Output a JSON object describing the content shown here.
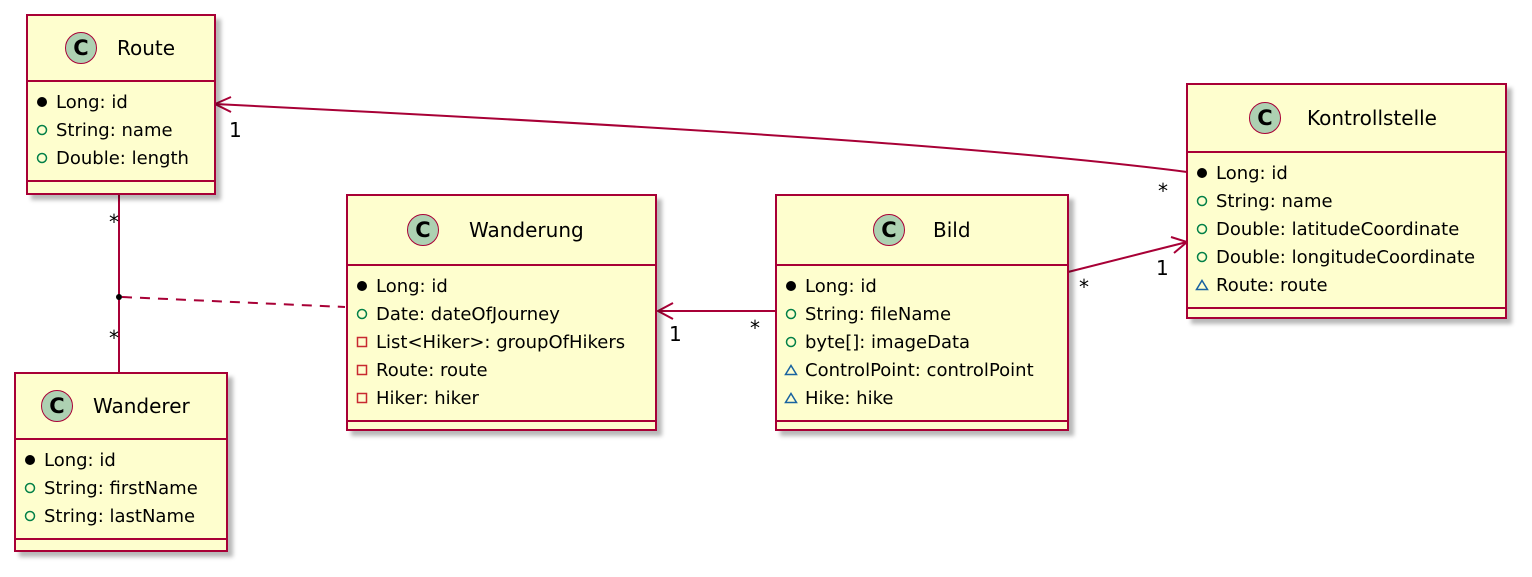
{
  "classes": {
    "route": {
      "stereotype": "C",
      "name": "Route",
      "attributes": [
        {
          "visibility": "public-method",
          "text": "Long: id"
        },
        {
          "visibility": "public",
          "text": "String: name"
        },
        {
          "visibility": "public",
          "text": "Double: length"
        }
      ]
    },
    "wanderer": {
      "stereotype": "C",
      "name": "Wanderer",
      "attributes": [
        {
          "visibility": "public-method",
          "text": "Long: id"
        },
        {
          "visibility": "public",
          "text": "String: firstName"
        },
        {
          "visibility": "public",
          "text": "String: lastName"
        }
      ]
    },
    "wanderung": {
      "stereotype": "C",
      "name": "Wanderung",
      "attributes": [
        {
          "visibility": "public-method",
          "text": "Long: id"
        },
        {
          "visibility": "public",
          "text": "Date: dateOfJourney"
        },
        {
          "visibility": "private",
          "text": "List<Hiker>: groupOfHikers"
        },
        {
          "visibility": "private",
          "text": "Route: route"
        },
        {
          "visibility": "private",
          "text": "Hiker: hiker"
        }
      ]
    },
    "bild": {
      "stereotype": "C",
      "name": "Bild",
      "attributes": [
        {
          "visibility": "public-method",
          "text": "Long: id"
        },
        {
          "visibility": "public",
          "text": "String: fileName"
        },
        {
          "visibility": "public",
          "text": "byte[]: imageData"
        },
        {
          "visibility": "package",
          "text": "ControlPoint: controlPoint"
        },
        {
          "visibility": "package",
          "text": "Hike: hike"
        }
      ]
    },
    "kontrollstelle": {
      "stereotype": "C",
      "name": "Kontrollstelle",
      "attributes": [
        {
          "visibility": "public-method",
          "text": "Long: id"
        },
        {
          "visibility": "public",
          "text": "String: name"
        },
        {
          "visibility": "public",
          "text": "Double: latitudeCoordinate"
        },
        {
          "visibility": "public",
          "text": "Double: longitudeCoordinate"
        },
        {
          "visibility": "package",
          "text": "Route: route"
        }
      ]
    }
  },
  "relations": {
    "kontrollstelle_route": {
      "from": "Kontrollstelle",
      "to": "Route",
      "from_multiplicity": "*",
      "to_multiplicity": "1"
    },
    "bild_wanderung": {
      "from": "Bild",
      "to": "Wanderung",
      "from_multiplicity": "*",
      "to_multiplicity": "1"
    },
    "bild_kontrollstelle": {
      "from": "Bild",
      "to": "Kontrollstelle",
      "from_multiplicity": "*",
      "to_multiplicity": "1"
    },
    "route_wanderer": {
      "from": "Route",
      "to": "Wanderer",
      "from_multiplicity": "*",
      "to_multiplicity": "*",
      "association_class": "Wanderung"
    }
  },
  "colors": {
    "class_fill": "#FEFECE",
    "class_border": "#A80036",
    "stereotype_circle": "#ADD1B2",
    "relation_line": "#A80036",
    "public_marker": "#038048",
    "private_marker": "#C82930",
    "package_marker": "#1963A0"
  }
}
